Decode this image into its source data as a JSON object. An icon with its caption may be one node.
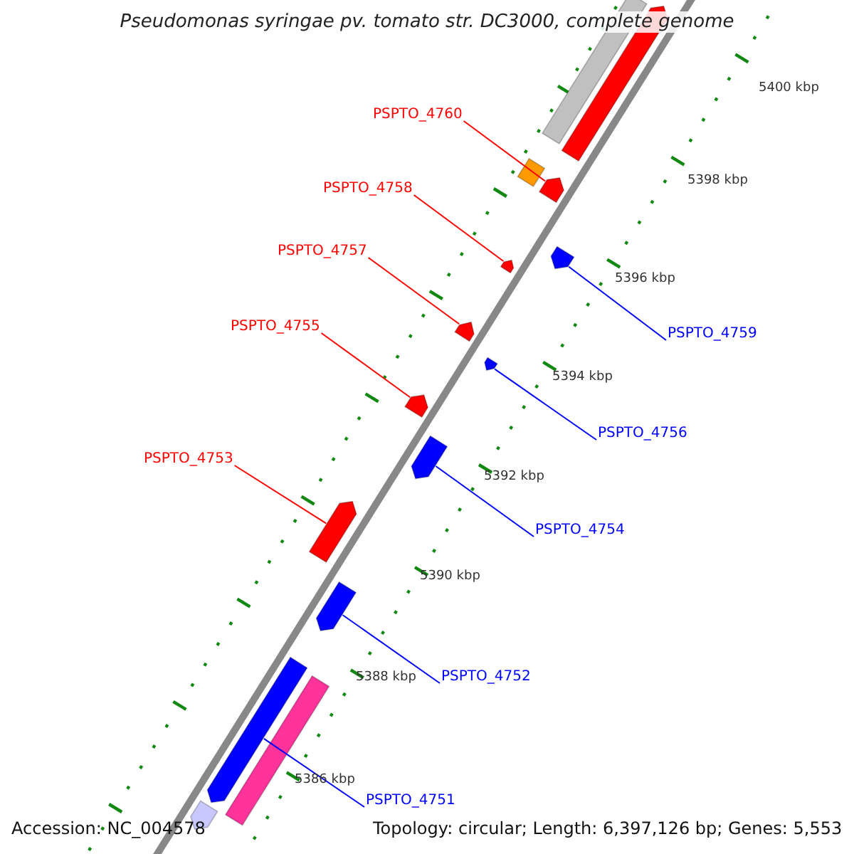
{
  "diagram": {
    "title": "Pseudomonas syringae pv. tomato str. DC3000, complete genome",
    "nodes": [
      {
        "text": [],
        "shape": "bar"
      },
      {
        "text": [],
        "shape": "arrow"
      },
      {
        "text": [],
        "shape": "box"
      },
      {
        "text": [
          "PSPTO_4760"
        ]
      },
      {
        "text": [],
        "shape": "arrow"
      },
      {
        "text": [
          "PSPTO_4758"
        ]
      },
      {
        "text": [],
        "shape": "arrow"
      },
      {
        "text": [
          "PSPTO_4757"
        ]
      },
      {
        "text": [],
        "shape": "arrow"
      },
      {
        "text": [
          "PSPTO_4759"
        ]
      },
      {
        "text": [],
        "shape": "arrow"
      },
      {
        "text": [
          "PSPTO_4755"
        ]
      },
      {
        "text": [],
        "shape": "arrow"
      },
      {
        "text": [
          "PSPTO_4756"
        ]
      },
      {
        "text": [],
        "shape": "arrow"
      },
      {
        "text": [
          "PSPTO_4754"
        ]
      },
      {
        "text": [],
        "shape": "arrow"
      },
      {
        "text": [
          "PSPTO_4753"
        ]
      },
      {
        "text": [],
        "shape": "arrow"
      },
      {
        "text": [
          "PSPTO_4752"
        ]
      },
      {
        "text": [],
        "shape": "arrow"
      },
      {
        "text": [
          "PSPTO_4751"
        ]
      },
      {
        "text": [],
        "shape": "arrow"
      },
      {
        "text": [],
        "shape": "bar"
      },
      {
        "text": [],
        "shape": "arrow"
      }
    ],
    "edges": [
      {
        "from": 3,
        "to": 4,
        "arrow": "none"
      },
      {
        "from": 5,
        "to": 6,
        "arrow": "none"
      },
      {
        "from": 7,
        "to": 8,
        "arrow": "none"
      },
      {
        "from": 9,
        "to": 10,
        "arrow": "none",
        "color": "#0000ff"
      },
      {
        "from": 11,
        "to": 12,
        "arrow": "none"
      },
      {
        "from": 13,
        "to": 14,
        "arrow": "none",
        "color": "#0000ff"
      },
      {
        "from": 15,
        "to": 16,
        "arrow": "none",
        "color": "#0000ff"
      },
      {
        "from": 17,
        "to": 18,
        "arrow": "none"
      },
      {
        "from": 19,
        "to": 20,
        "arrow": "none",
        "color": "#0000ff"
      },
      {
        "from": 21,
        "to": 22,
        "arrow": "none",
        "color": "#0000ff"
      }
    ],
    "labels": [
      "5400 kbp",
      "5398 kbp",
      "5396 kbp",
      "5394 kbp",
      "5392 kbp",
      "5390 kbp",
      "5388 kbp",
      "5386 kbp",
      "Accession: NC_004578",
      "Topology: circular; Length: 6,397,126 bp; Genes: 5,553"
    ]
  }
}
